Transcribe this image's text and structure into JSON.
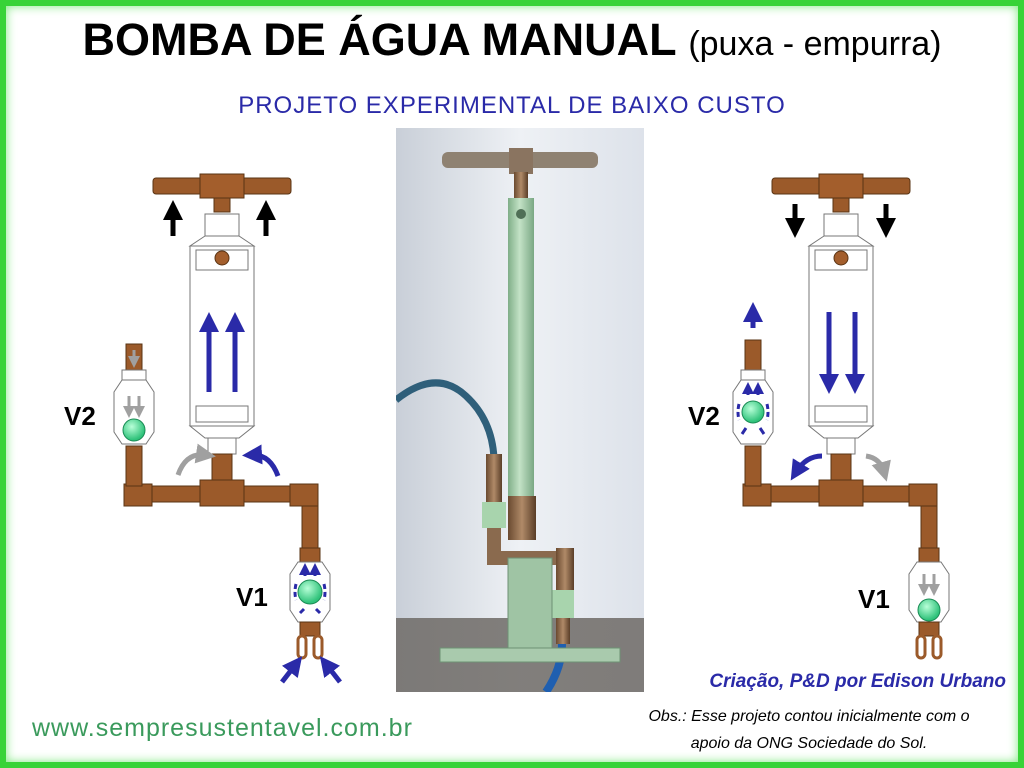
{
  "header": {
    "title_main": "BOMBA DE ÁGUA MANUAL",
    "title_paren": "(puxa - empurra)",
    "subtitle": "PROJETO EXPERIMENTAL DE BAIXO CUSTO"
  },
  "labels": {
    "left_v2": "V2",
    "left_v1": "V1",
    "right_v2": "V2",
    "right_v1": "V1"
  },
  "footer": {
    "credit": "Criação, P&D por Edison Urbano",
    "obs_line1": "Obs.: Esse projeto contou inicialmente com o",
    "obs_line2": "apoio da ONG Sociedade do Sol.",
    "website": "www.sempresustentavel.com.br"
  },
  "colors": {
    "frame": "#38d338",
    "pipe": "#9b5a2a",
    "arrow_blue": "#2a2aa8",
    "ball": "#3fd890",
    "pump_green": "#9cc9a4"
  }
}
